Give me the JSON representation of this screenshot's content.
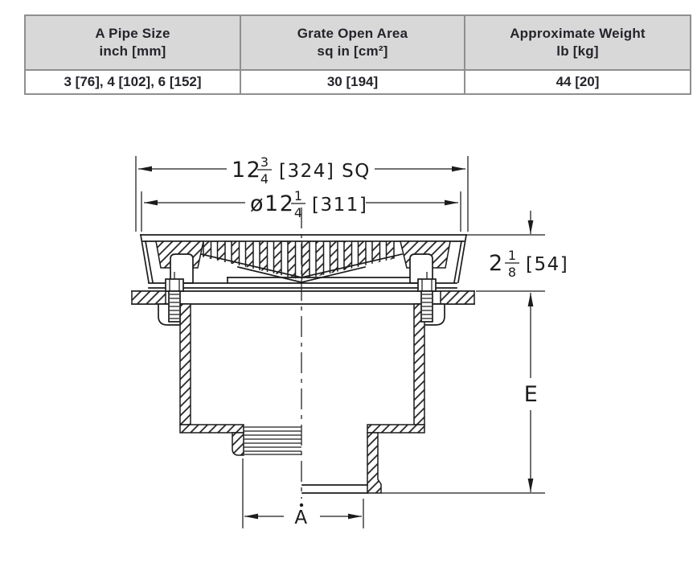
{
  "table": {
    "headers": [
      {
        "line1": "A Pipe Size",
        "line2": "inch [mm]"
      },
      {
        "line1": "Grate Open Area",
        "line2": "sq in [cm²]"
      },
      {
        "line1": "Approximate Weight",
        "line2": "lb [kg]"
      }
    ],
    "values": [
      "3 [76], 4 [102], 6 [152]",
      "30 [194]",
      "44 [20]"
    ]
  },
  "drawing": {
    "dim_square": {
      "whole": "12",
      "num": "3",
      "den": "4",
      "suffix": "[324] SQ"
    },
    "dim_diameter": {
      "whole": "ø12",
      "num": "1",
      "den": "4",
      "suffix": "[311]"
    },
    "dim_grate_height": {
      "whole": "2",
      "num": "1",
      "den": "8",
      "suffix": "[54]"
    },
    "dim_body_height": {
      "label": "E"
    },
    "dim_outlet_size": {
      "label": "A"
    }
  },
  "colors": {
    "header_bg": "#d8d8d8",
    "table_border": "#8f8f8f",
    "line": "#1d1b1b",
    "text": "#26242b"
  }
}
